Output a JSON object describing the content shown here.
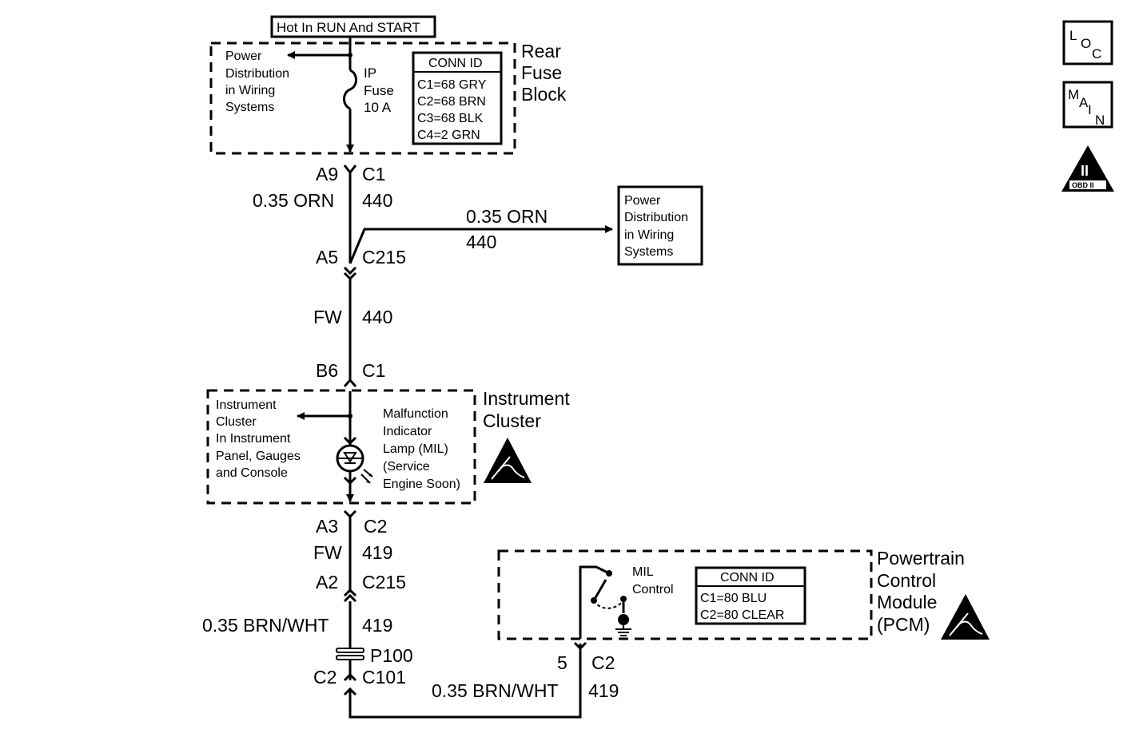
{
  "supply": {
    "label": "Hot In RUN And START"
  },
  "fuse_block": {
    "title_lines": [
      "Rear",
      "Fuse",
      "Block"
    ],
    "power_dist_lines": [
      "Power",
      "Distribution",
      "in Wiring",
      "Systems"
    ],
    "fuse_lines": [
      "IP",
      "Fuse",
      "10 A"
    ],
    "conn_id_title": "CONN ID",
    "conn_ids": [
      "C1=68 GRY",
      "C2=68 BRN",
      "C3=68 BLK",
      "C4=2 GRN"
    ]
  },
  "wires": {
    "c1_pin": "A9",
    "c1_conn": "C1",
    "w1_gauge": "0.35 ORN",
    "w1_circuit": "440",
    "branch_gauge": "0.35 ORN",
    "branch_circuit": "440",
    "c215_pin": "A5",
    "c215_conn": "C215",
    "w2_gauge": "FW",
    "w2_circuit": "440",
    "ic_c1_pin": "B6",
    "ic_c1_conn": "C1",
    "ic_c2_pin": "A3",
    "ic_c2_conn": "C2",
    "w3_gauge": "FW",
    "w3_circuit": "419",
    "c215b_pin": "A2",
    "c215b_conn": "C215",
    "w4_gauge": "0.35 BRN/WHT",
    "w4_circuit": "419",
    "splice": "P100",
    "c101_pin": "C2",
    "c101_conn": "C101",
    "pcm_pin": "5",
    "pcm_conn": "C2",
    "w5_gauge": "0.35 BRN/WHT",
    "w5_circuit": "419"
  },
  "power_dist_box": {
    "lines": [
      "Power",
      "Distribution",
      "in Wiring",
      "Systems"
    ]
  },
  "instrument_cluster": {
    "title_lines": [
      "Instrument",
      "Cluster"
    ],
    "ref_lines": [
      "Instrument",
      "Cluster",
      "In Instrument",
      "Panel, Gauges",
      "and Console"
    ],
    "mil_lines": [
      "Malfunction",
      "Indicator",
      "Lamp (MIL)",
      "(Service",
      "Engine Soon)"
    ]
  },
  "pcm": {
    "title_lines": [
      "Powertrain",
      "Control",
      "Module",
      "(PCM)"
    ],
    "switch_lines": [
      "MIL",
      "Control"
    ],
    "conn_id_title": "CONN ID",
    "conn_ids": [
      "C1=80 BLU",
      "C2=80 CLEAR"
    ]
  },
  "side_icons": {
    "loc": [
      "L",
      "O",
      "C"
    ],
    "main": [
      "M",
      "A",
      "I",
      "N"
    ],
    "obd": [
      "II",
      "OBD II"
    ]
  }
}
